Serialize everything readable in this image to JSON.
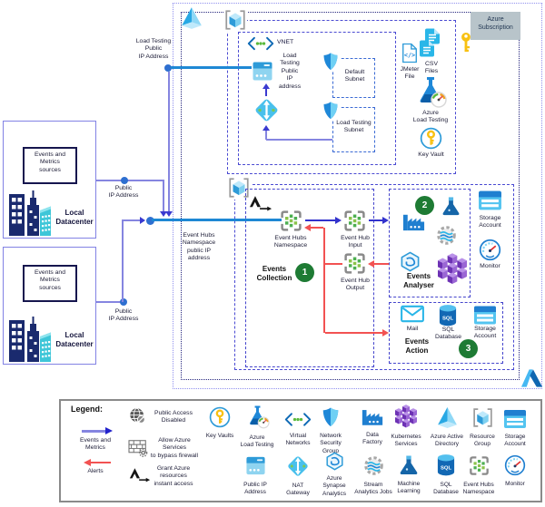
{
  "azure": {
    "subscription_label": "Azure Subscription",
    "rg_load_testing": {
      "vnet_label": "VNET",
      "lt_public_ip_label": "Load\nTesting\nPublic\nIP\naddress",
      "default_subnet_label": "Default\nSubnet",
      "lt_subnet_label": "Load Testing\nSubnet",
      "jmeter_label": "JMeter\nFile",
      "csv_label": "CSV\nFiles",
      "load_testing_label": "Azure\nLoad Testing",
      "key_vault_label": "Key Vault"
    },
    "rg_events": {
      "collection_title": "Events\nCollection",
      "badge1": "1",
      "eh_namespace_label": "Event Hubs\nNamespace",
      "eh_input_label": "Event Hub\nInput",
      "eh_output_label": "Event Hub\nOutput",
      "analyser_title": "Events\nAnalyser",
      "badge2": "2",
      "action_title": "Events\nAction",
      "badge3": "3",
      "mail_label": "Mail",
      "sql_label": "SQL\nDatabase",
      "action_storage_label": "Storage\nAccount",
      "storage_label": "Storage\nAccount",
      "monitor_label": "Monitor"
    }
  },
  "onprem": {
    "dc1": {
      "sources": "Events and\nMetrics\nsources",
      "name": "Local\nDatacenter",
      "ip_label": "Public\nIP Address"
    },
    "dc2": {
      "sources": "Events  and\nMetrics\nsources",
      "name": "Local\nDatacenter",
      "ip_label": "Public\nIP Address"
    }
  },
  "connector_labels": {
    "lt_public_ip": "Load Testing\nPublic\nIP Address",
    "eh_public_ip": "Event Hubs\nNamespace\npublic IP\naddress"
  },
  "legend": {
    "title": "Legend:",
    "flow_events_label": "Events and\nMetrics",
    "flow_alerts_label": "Alerts",
    "notes": [
      {
        "icon": "globe-disabled-icon",
        "label": "Public Access\nDisabled"
      },
      {
        "icon": "firewall-icon",
        "label": "Allow Azure\nServices\nto bypass firewall"
      },
      {
        "icon": "azure-arrow-icon",
        "label": "Grant Azure\nresources\ninstant access"
      }
    ],
    "items": [
      {
        "icon": "key-vault-icon",
        "label": "Key Vaults"
      },
      {
        "icon": "load-testing-icon",
        "label": "Azure\nLoad Testing"
      },
      {
        "icon": "virtual-networks-icon",
        "label": "Virtual\nNetworks"
      },
      {
        "icon": "network-security-group-icon",
        "label": "Network\nSecurity\nGroup"
      },
      {
        "icon": "data-factory-icon",
        "label": "Data\nFactory"
      },
      {
        "icon": "kubernetes-icon",
        "label": "Kubernetes\nServices"
      },
      {
        "icon": "azure-active-directory-icon",
        "label": "Azure Active\nDirectory"
      },
      {
        "icon": "resource-group-icon",
        "label": "Resource\nGroup"
      },
      {
        "icon": "storage-account-icon",
        "label": "Storage\nAccount"
      },
      {
        "icon": "public-ip-icon",
        "label": "Public IP\nAddress"
      },
      {
        "icon": "nat-gateway-icon",
        "label": "NAT\nGateway"
      },
      {
        "icon": "synapse-icon",
        "label": "Azure\nSynapse\nAnalytics"
      },
      {
        "icon": "stream-analytics-icon",
        "label": "Stream\nAnalytics Jobs"
      },
      {
        "icon": "machine-learning-icon",
        "label": "Machine\nLearning"
      },
      {
        "icon": "sql-database-icon",
        "label": "SQL\nDatabase"
      },
      {
        "icon": "event-hubs-icon",
        "label": "Event Hubs\nNamespace"
      },
      {
        "icon": "monitor-icon",
        "label": "Monitor"
      }
    ]
  },
  "colors": {
    "flow_blue": "#3232cc",
    "thick_blue": "#1e88d4",
    "alert_red": "#f25252",
    "badge_green": "#1e7b34",
    "subscription_bg": "#b8c4ca"
  }
}
